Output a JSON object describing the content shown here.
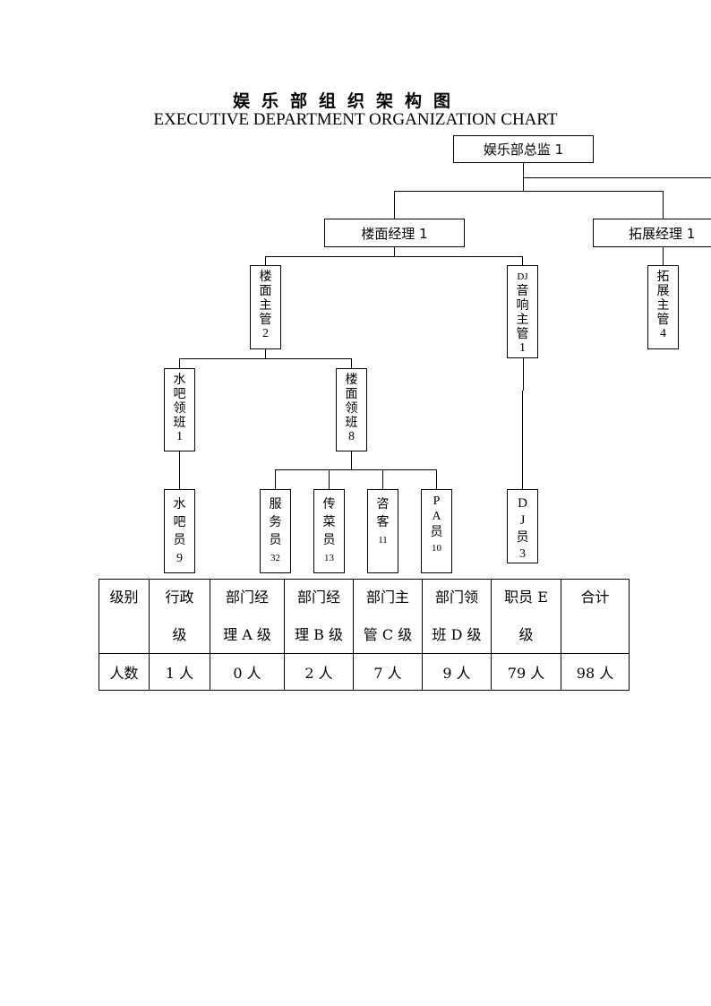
{
  "title": {
    "cn": "娱乐部组织架构图",
    "en": "EXECUTIVE DEPARTMENT ORGANIZATION CHART"
  },
  "org": {
    "director": "娱乐部总监 1",
    "floor_manager": "楼面经理 1",
    "expansion_manager": "拓展经理 1",
    "floor_supervisor": {
      "chars": [
        "楼",
        "面",
        "主",
        "管"
      ],
      "count": "2"
    },
    "dj_supervisor": {
      "prefix": "DJ",
      "chars": [
        "音",
        "响",
        "主",
        "管"
      ],
      "count": "1"
    },
    "expansion_supervisor": {
      "chars": [
        "拓",
        "展",
        "主",
        "管"
      ],
      "count": "4"
    },
    "bar_lead": {
      "chars": [
        "水",
        "吧",
        "领",
        "班"
      ],
      "count": "1"
    },
    "floor_lead": {
      "chars": [
        "楼",
        "面",
        "领",
        "班"
      ],
      "count": "8"
    },
    "bar_staff": {
      "chars": [
        "水",
        "吧",
        "员"
      ],
      "count": "9"
    },
    "waiter": {
      "chars": [
        "服",
        "务",
        "员"
      ],
      "count": "32"
    },
    "runner": {
      "chars": [
        "传",
        "菜",
        "员"
      ],
      "count": "13"
    },
    "host": {
      "chars": [
        "咨",
        "客"
      ],
      "count": "11"
    },
    "pa": {
      "chars": [
        "P",
        "A",
        "员"
      ],
      "count": "10"
    },
    "dj_staff": {
      "chars": [
        "D",
        "J",
        "员"
      ],
      "count": "3"
    }
  },
  "table": {
    "header": [
      [
        "级别"
      ],
      [
        "行政",
        "级"
      ],
      [
        "部门经",
        "理 A 级"
      ],
      [
        "部门经",
        "理 B 级"
      ],
      [
        "部门主",
        "管 C 级"
      ],
      [
        "部门领",
        "班 D 级"
      ],
      [
        "职员 E",
        "级"
      ],
      [
        "合计"
      ]
    ],
    "row": [
      "人数",
      "1 人",
      "0 人",
      "2 人",
      "7 人",
      "9 人",
      "79 人",
      "98 人"
    ]
  }
}
